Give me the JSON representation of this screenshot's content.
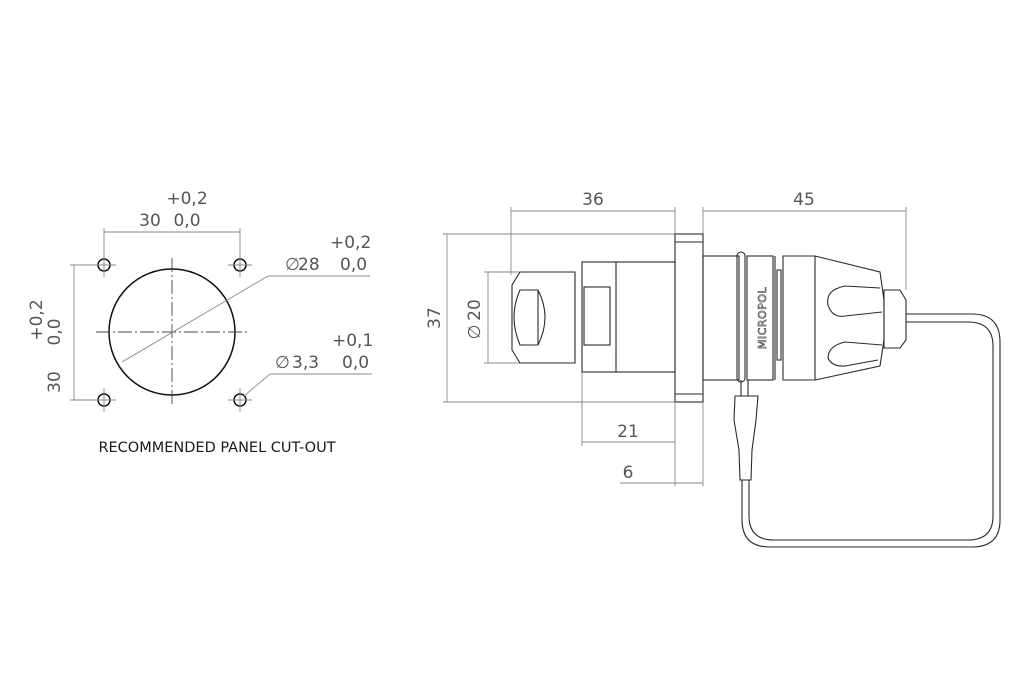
{
  "panel_cutout": {
    "caption": "RECOMMENDED PANEL CUT-OUT",
    "horizontal_spacing": {
      "nominal": "30",
      "upper_tol": "+0,2",
      "lower_tol": "0,0"
    },
    "vertical_spacing": {
      "nominal": "30",
      "upper_tol": "+0,2",
      "lower_tol": "0,0"
    },
    "main_hole": {
      "symbol": "∅",
      "nominal": "28",
      "upper_tol": "+0,2",
      "lower_tol": "0,0"
    },
    "mounting_holes": {
      "symbol": "∅",
      "nominal": "3,3",
      "upper_tol": "+0,1",
      "lower_tol": "0,0",
      "count": 4
    }
  },
  "connector_side_view": {
    "brand_label": "MICROPOL",
    "dimensions": {
      "front_length": "36",
      "rear_length": "45",
      "flange_height": "37",
      "front_diameter_symbol": "∅",
      "front_diameter": "20",
      "body_length": "21",
      "flange_thickness": "6"
    }
  },
  "colors": {
    "background": "#ffffff",
    "object_lines": "#2a2a2a",
    "dimension_lines": "#8a8a8a",
    "dimension_text": "#555555"
  }
}
